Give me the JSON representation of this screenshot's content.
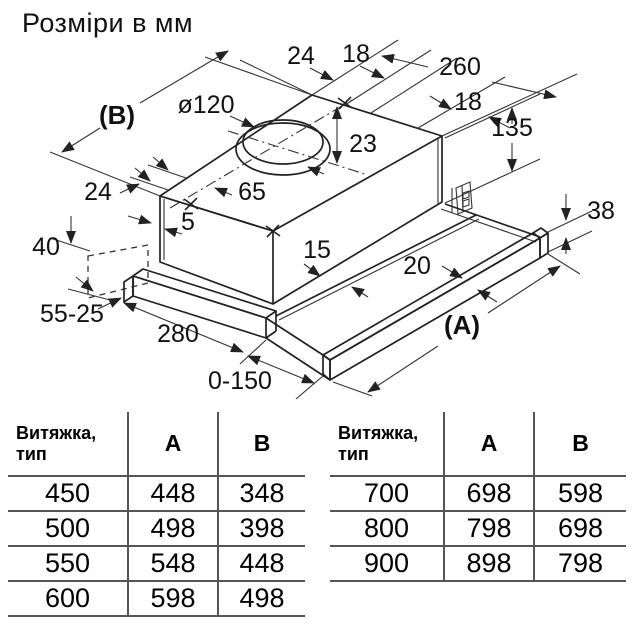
{
  "title": "Розміри в мм",
  "diagram": {
    "dims": {
      "label_b": "(B)",
      "label_a": "(A)",
      "top_24": "24",
      "top_18": "18",
      "depth_260": "260",
      "right_18": "18",
      "height_135": "135",
      "duct_dia": "ø120",
      "duct_off_23": "23",
      "duct_off_65": "65",
      "left_24": "24",
      "side_5": "5",
      "height_40": "40",
      "range_55_25": "55-25",
      "gap_15": "15",
      "bar_20": "20",
      "bar_38": "38",
      "width_280": "280",
      "extension_0_150": "0-150"
    }
  },
  "tables": [
    {
      "header": {
        "col1_line1": "Витяжка,",
        "col1_line2": "тип",
        "col2": "A",
        "col3": "B"
      },
      "rows": [
        [
          "450",
          "448",
          "348"
        ],
        [
          "500",
          "498",
          "398"
        ],
        [
          "550",
          "548",
          "448"
        ],
        [
          "600",
          "598",
          "498"
        ]
      ]
    },
    {
      "header": {
        "col1_line1": "Витяжка,",
        "col1_line2": "тип",
        "col2": "A",
        "col3": "B"
      },
      "rows": [
        [
          "700",
          "698",
          "598"
        ],
        [
          "800",
          "798",
          "698"
        ],
        [
          "900",
          "898",
          "798"
        ]
      ]
    }
  ]
}
